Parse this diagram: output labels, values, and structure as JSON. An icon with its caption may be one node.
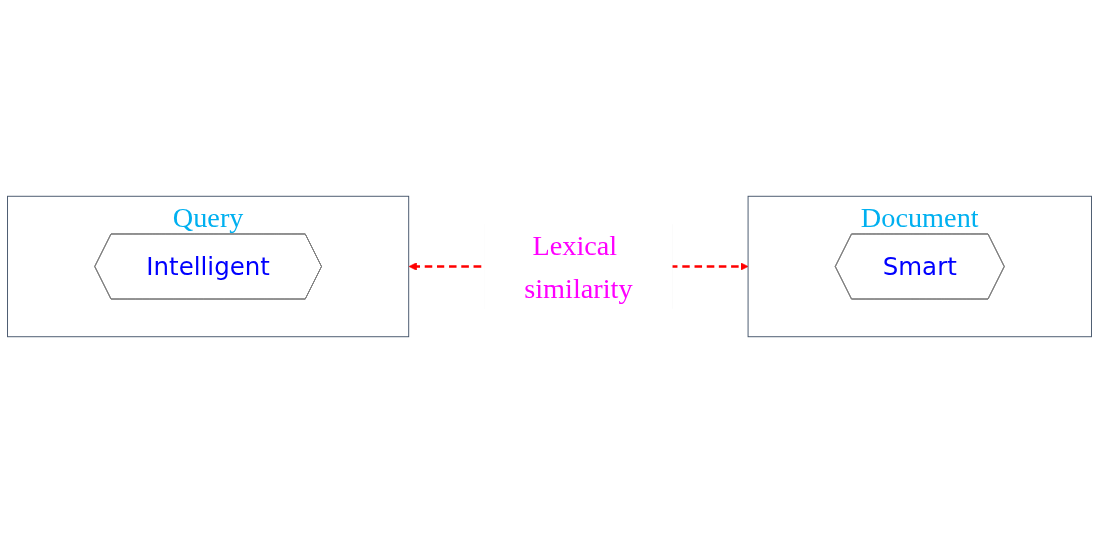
{
  "diagram": {
    "nodes": [
      {
        "text": [
          "Query"
        ]
      },
      {
        "text": [
          "Intelligent"
        ],
        "in": 0
      },
      {
        "text": [
          "Document"
        ]
      },
      {
        "text": [
          "Smart"
        ],
        "in": 2
      }
    ],
    "edges": [
      {
        "from": 0,
        "to": 2,
        "arrow": "both",
        "style": "dashed",
        "color": "#ff0000",
        "label": "Lexical similarity"
      }
    ]
  }
}
